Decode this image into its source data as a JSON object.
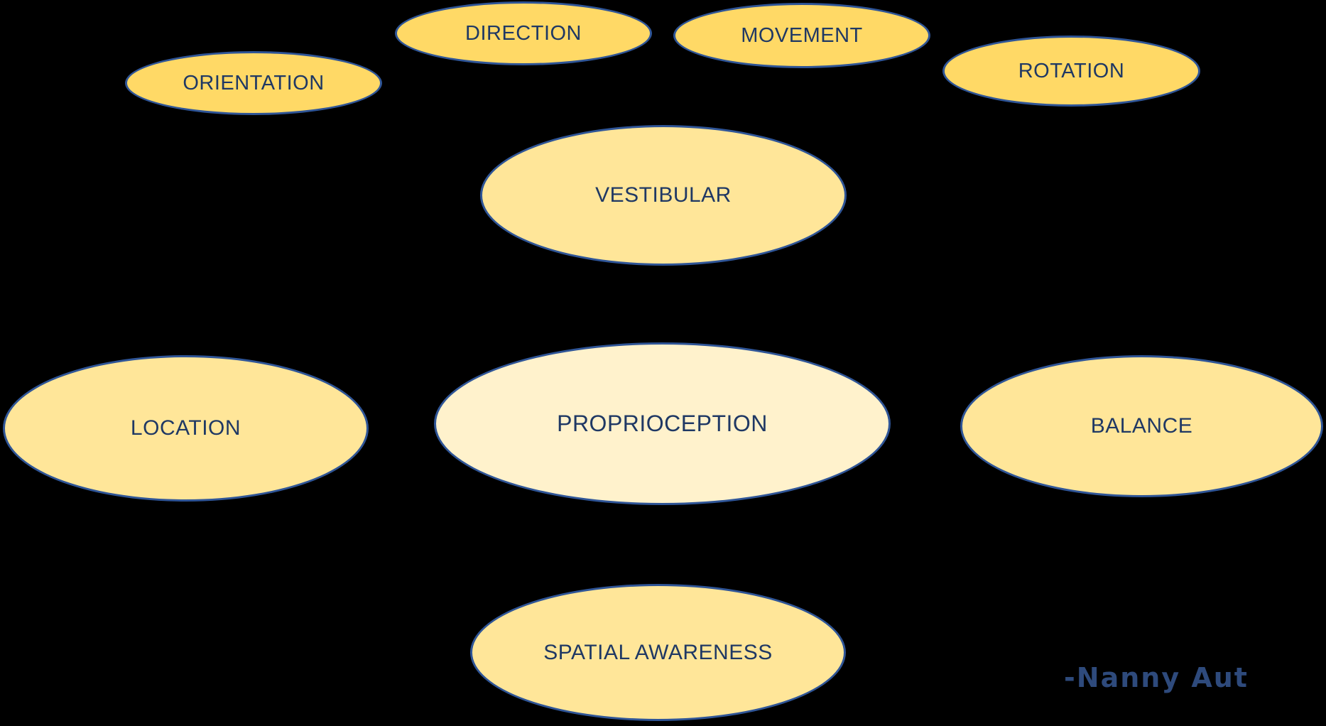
{
  "background_color": "#000000",
  "colors": {
    "outer_node_fill": "#FFD966",
    "middle_node_fill": "#FFE699",
    "center_node_fill": "#FFF2CC",
    "node_outline": "#2F5597",
    "node_text": "#1F3864",
    "signature_text": "#2E4A7C"
  },
  "diagram": {
    "nodes": {
      "orientation": {
        "label": "ORIENTATION",
        "fill": "#FFD966"
      },
      "direction": {
        "label": "DIRECTION",
        "fill": "#FFD966"
      },
      "movement": {
        "label": "MOVEMENT",
        "fill": "#FFD966"
      },
      "rotation": {
        "label": "ROTATION",
        "fill": "#FFD966"
      },
      "vestibular": {
        "label": "VESTIBULAR",
        "fill": "#FFE699"
      },
      "location": {
        "label": "LOCATION",
        "fill": "#FFE699"
      },
      "proprioception": {
        "label": "PROPRIOCEPTION",
        "fill": "#FFF2CC"
      },
      "balance": {
        "label": "BALANCE",
        "fill": "#FFE699"
      },
      "spatial_awareness": {
        "label": "SPATIAL AWARENESS",
        "fill": "#FFE699"
      }
    },
    "signature": "-Nanny Aut"
  }
}
